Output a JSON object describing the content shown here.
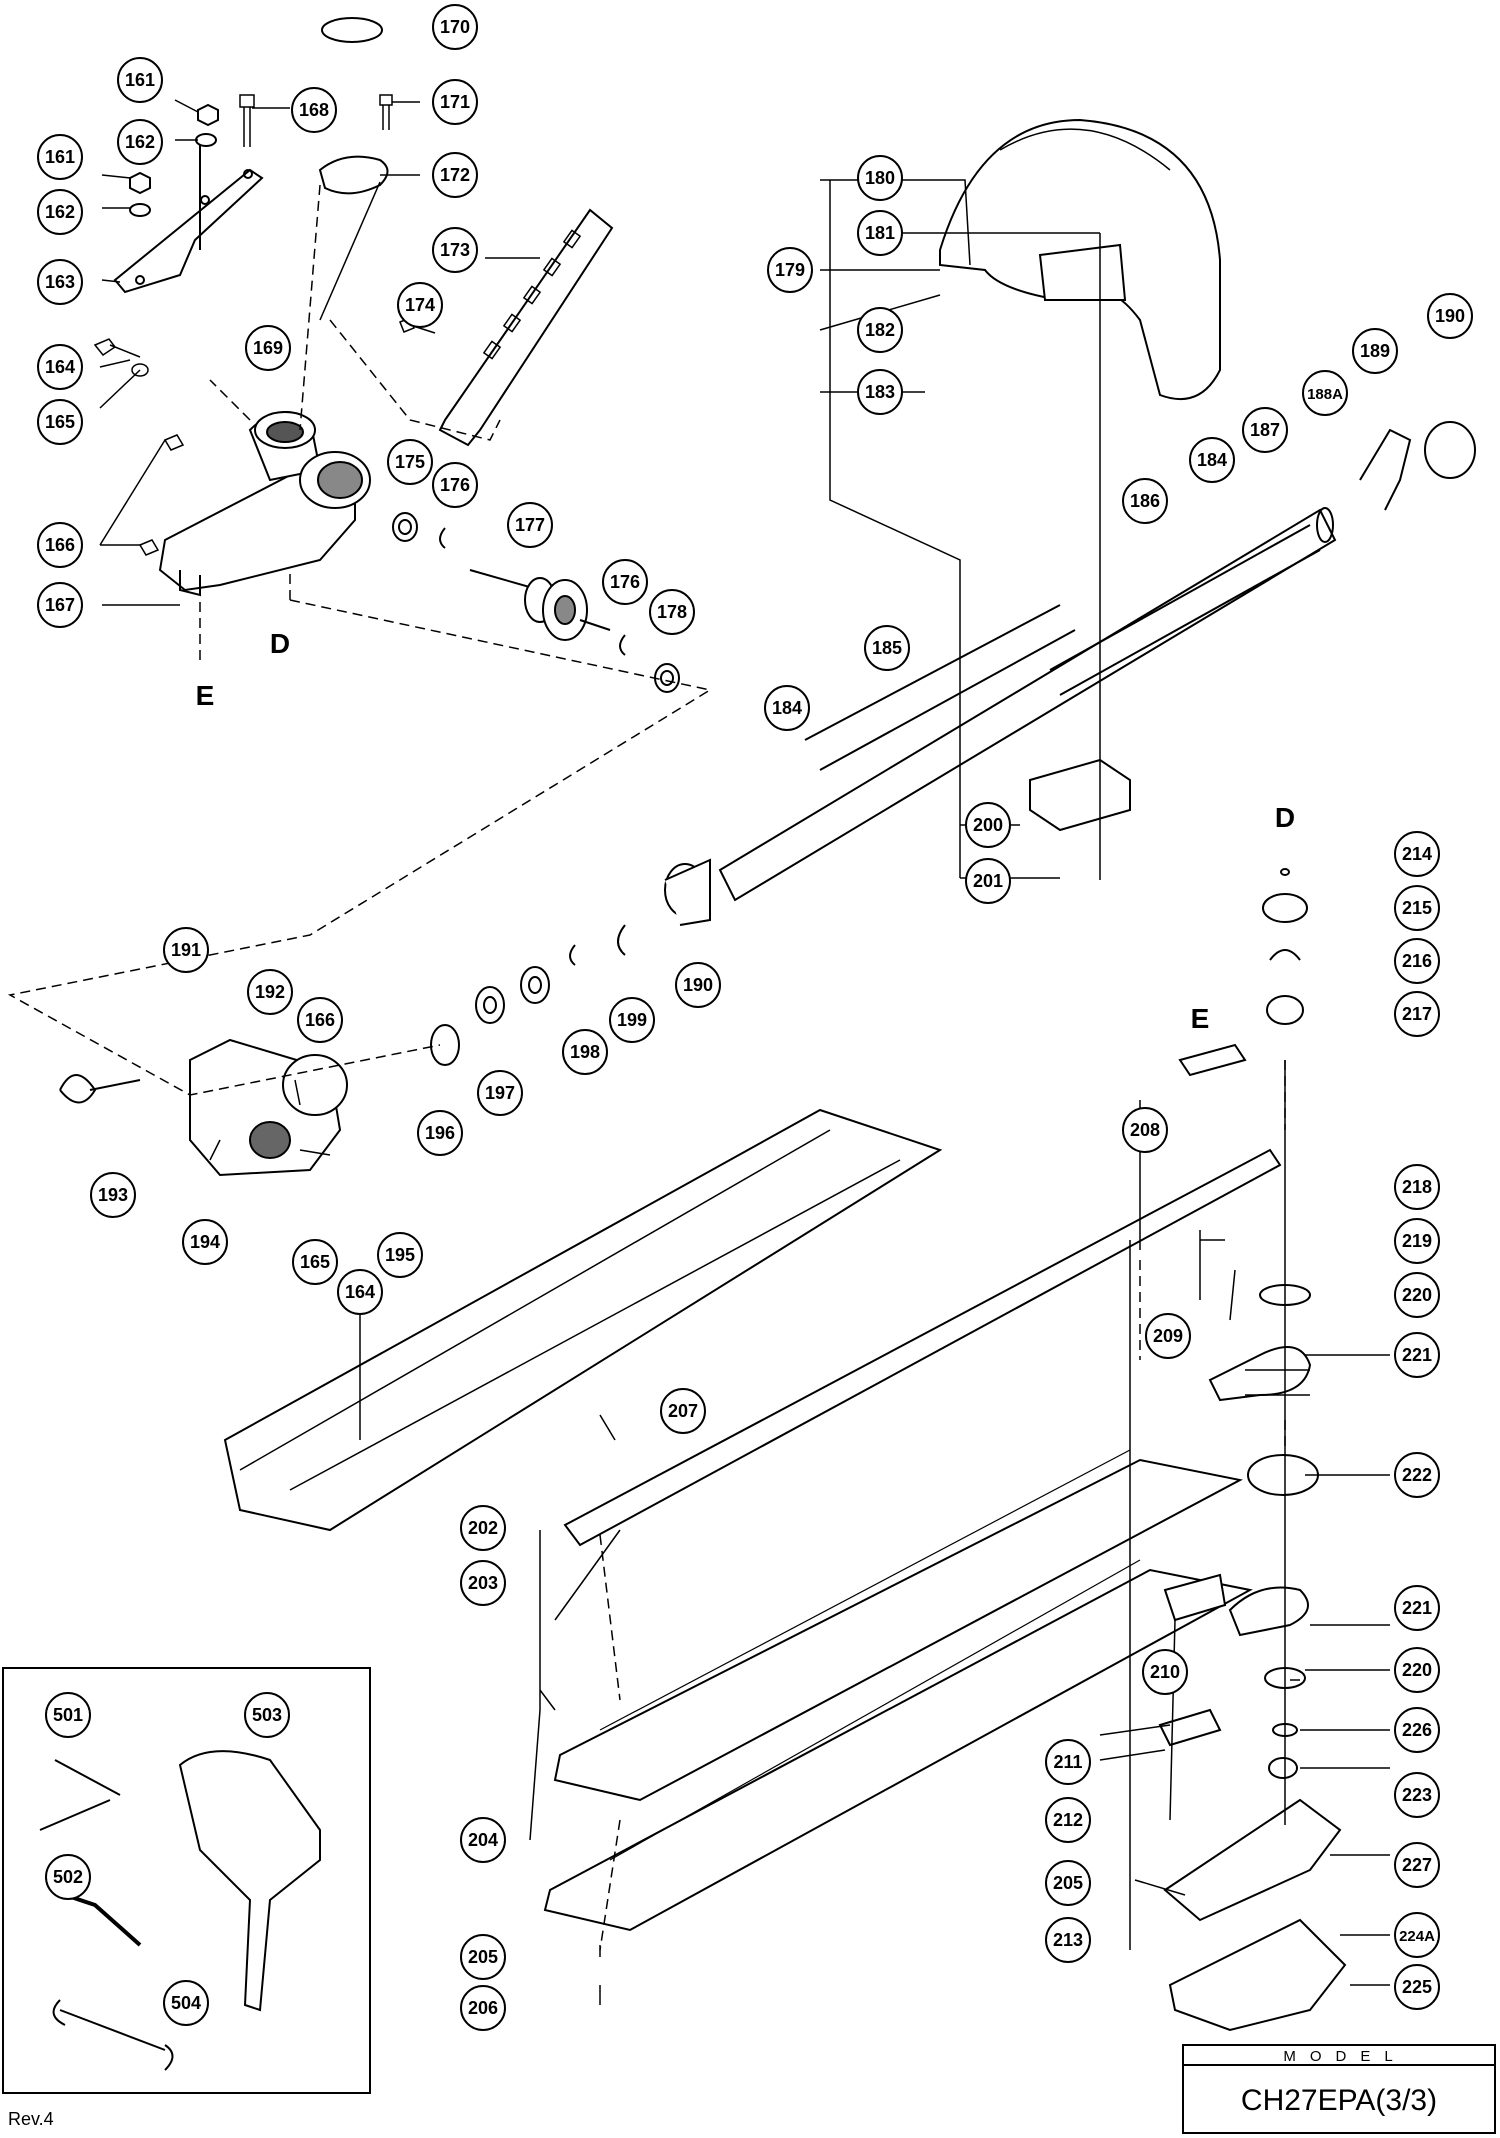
{
  "diagram": {
    "parts": {
      "p161a": "161",
      "p161b": "161",
      "p162a": "162",
      "p162b": "162",
      "p163": "163",
      "p164a": "164",
      "p165a": "165",
      "p166a": "166",
      "p167": "167",
      "p168": "168",
      "p169": "169",
      "p170": "170",
      "p171": "171",
      "p172": "172",
      "p173": "173",
      "p174": "174",
      "p175": "175",
      "p176a": "176",
      "p176b": "176",
      "p177": "177",
      "p178": "178",
      "p179": "179",
      "p180": "180",
      "p181": "181",
      "p182": "182",
      "p183": "183",
      "p184a": "184",
      "p184b": "184",
      "p185": "185",
      "p186": "186",
      "p187": "187",
      "p188A": "188A",
      "p189": "189",
      "p190a": "190",
      "p190b": "190",
      "p191": "191",
      "p192": "192",
      "p193": "193",
      "p194": "194",
      "p195": "195",
      "p196": "196",
      "p197": "197",
      "p198": "198",
      "p199": "199",
      "p200": "200",
      "p201": "201",
      "p202": "202",
      "p203": "203",
      "p204": "204",
      "p205a": "205",
      "p205b": "205",
      "p206": "206",
      "p207": "207",
      "p208": "208",
      "p209": "209",
      "p210": "210",
      "p211": "211",
      "p212": "212",
      "p213": "213",
      "p214": "214",
      "p215": "215",
      "p216": "216",
      "p217": "217",
      "p218": "218",
      "p219": "219",
      "p220a": "220",
      "p220b": "220",
      "p221a": "221",
      "p221b": "221",
      "p222": "222",
      "p223": "223",
      "p224A": "224A",
      "p225": "225",
      "p226": "226",
      "p227": "227",
      "p164b": "164",
      "p165b": "165",
      "p166b": "166",
      "p501": "501",
      "p502": "502",
      "p503": "503",
      "p504": "504"
    },
    "refs": {
      "D1": "D",
      "E1": "E",
      "D2": "D",
      "E2": "E"
    }
  },
  "footer": {
    "revision": "Rev.4",
    "model_heading": "MODEL",
    "model_name": "CH27EPA(3/3)"
  }
}
